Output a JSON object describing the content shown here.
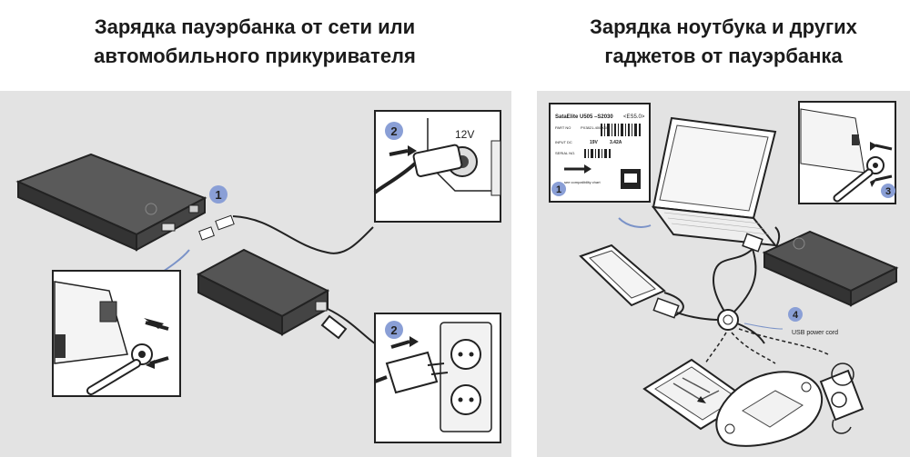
{
  "left": {
    "title_line1": "Зарядка пауэрбанка от сети или",
    "title_line2": "автомобильного прикуривателя",
    "step_numbers": [
      "1",
      "2",
      "2"
    ],
    "car_socket_voltage": "12V"
  },
  "right": {
    "title_line1": "Зарядка ноутбука и других",
    "title_line2": "гаджетов от пауэрбанка",
    "label_model": "SataElite U505 –S2030",
    "label_version": "<ES5.0>",
    "label_part_no_key": "PART NO",
    "label_part_no_value": "PX3821-400000",
    "label_input_key": "INPUT DC",
    "label_input_value": "19V",
    "label_current_value": "3.42A",
    "label_serial_key": "SERIAL NO.",
    "label_see_text": "see compatibility chart",
    "step_numbers": [
      "1",
      "3",
      "4"
    ],
    "usb_cord_label": "USB power cord"
  },
  "colors": {
    "panel_bg": "#e3e3e3",
    "badge": "#8a9fd6",
    "arrow_blue": "#7b93c8",
    "device_dark": "#3e3e3e"
  }
}
